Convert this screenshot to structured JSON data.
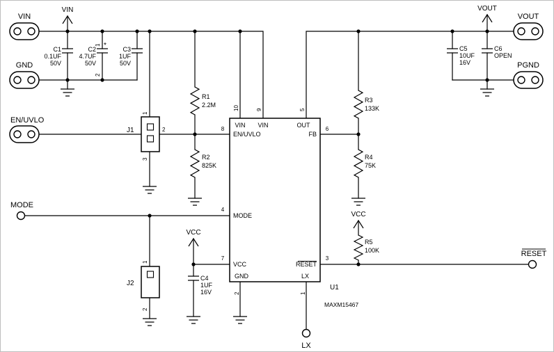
{
  "sheet": {
    "background": "#ffffff",
    "ink": "#000000"
  },
  "ic": {
    "refdes": "U1",
    "part": "MAXM15467",
    "pins": {
      "vin_a": {
        "num": "10",
        "label": "VIN"
      },
      "vin_b": {
        "num": "9",
        "label": "VIN"
      },
      "out": {
        "num": "5",
        "label": "OUT"
      },
      "en": {
        "num": "8",
        "label": "EN/UVLO"
      },
      "fb": {
        "num": "6",
        "label": "FB"
      },
      "mode": {
        "num": "4",
        "label": "MODE"
      },
      "vcc": {
        "num": "7",
        "label": "VCC"
      },
      "reset": {
        "num": "3",
        "label": "RESET"
      },
      "gnd": {
        "num": "2",
        "label": "GND"
      },
      "lx": {
        "num": "1",
        "label": "LX"
      }
    }
  },
  "connectors": {
    "vin": "VIN",
    "gnd": "GND",
    "en_uvlo": "EN/UVLO",
    "mode": "MODE",
    "vout": "VOUT",
    "pgnd": "PGND",
    "reset": "RESET",
    "lx": "LX"
  },
  "power_flags": {
    "vin": "VIN",
    "vout": "VOUT",
    "vcc_c4": "VCC",
    "vcc_r5": "VCC"
  },
  "capacitors": {
    "c1": {
      "refdes": "C1",
      "value": "0.1UF",
      "rating": "50V"
    },
    "c2": {
      "refdes": "C2",
      "value": "4.7UF",
      "rating": "50V",
      "pin1": "1",
      "pin2": "2",
      "note": "*"
    },
    "c3": {
      "refdes": "C3",
      "value": "1UF",
      "rating": "50V"
    },
    "c4": {
      "refdes": "C4",
      "value": "1UF",
      "rating": "16V"
    },
    "c5": {
      "refdes": "C5",
      "value": "10UF",
      "rating": "16V"
    },
    "c6": {
      "refdes": "C6",
      "value": "OPEN"
    }
  },
  "resistors": {
    "r1": {
      "refdes": "R1",
      "value": "2.2M"
    },
    "r2": {
      "refdes": "R2",
      "value": "825K"
    },
    "r3": {
      "refdes": "R3",
      "value": "133K"
    },
    "r4": {
      "refdes": "R4",
      "value": "75K"
    },
    "r5": {
      "refdes": "R5",
      "value": "100K"
    }
  },
  "jumpers": {
    "j1": {
      "refdes": "J1",
      "pin1": "1",
      "pin2": "2",
      "pin3": "3"
    },
    "j2": {
      "refdes": "J2",
      "pin1": "1",
      "pin2": "2"
    }
  }
}
